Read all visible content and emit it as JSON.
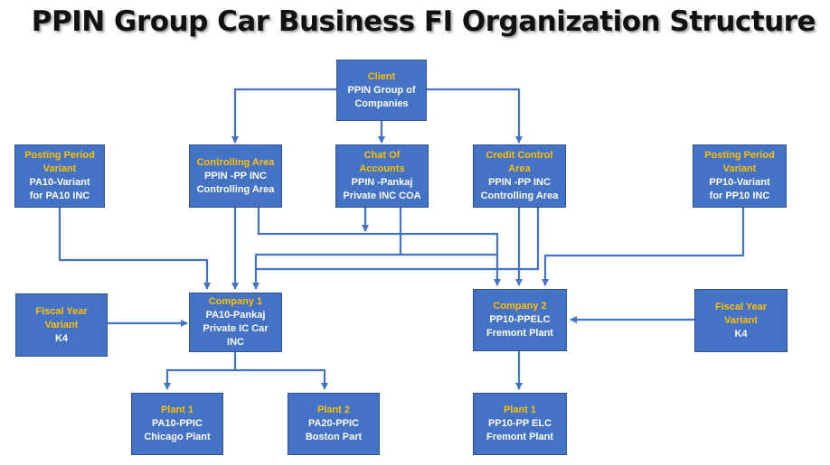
{
  "title": "PPIN Group Car Business FI Organization Structure",
  "colors": {
    "box": "#4472c4",
    "heading": "#ffc000",
    "text": "#ffffff",
    "connector": "#4472c4"
  },
  "nodes": {
    "client": {
      "heading": "Client",
      "lines": [
        "PPIN Group of",
        "Companies"
      ]
    },
    "controlling_area": {
      "heading": "Controlling Area",
      "lines": [
        "PPIN -PP INC",
        "Controlling Area"
      ]
    },
    "chart_of_accounts": {
      "heading": "Chat Of Accounts",
      "lines": [
        "PPIN -Pankaj",
        "Private INC COA"
      ]
    },
    "credit_control_area": {
      "heading": "Credit Control Area",
      "lines": [
        "PPIN -PP INC",
        "Controlling Area"
      ]
    },
    "posting_period_left": {
      "heading": "Posting Period Variant",
      "lines": [
        "PA10-Variant",
        "for PA10 INC"
      ]
    },
    "posting_period_right": {
      "heading": "Posting Period Variant",
      "lines": [
        "PP10-Variant",
        "for PP10 INC"
      ]
    },
    "fiscal_year_left": {
      "heading": "Fiscal Year Variant",
      "lines": [
        "K4"
      ]
    },
    "fiscal_year_right": {
      "heading": "Fiscal Year Variant",
      "lines": [
        "K4"
      ]
    },
    "company1": {
      "heading": "Company 1",
      "lines": [
        "PA10-Pankaj",
        "Private IC Car",
        "INC"
      ]
    },
    "company2": {
      "heading": "Company 2",
      "lines": [
        "PP10-PPELC",
        "Fremont Plant"
      ]
    },
    "plant1_left": {
      "heading": "Plant 1",
      "lines": [
        "PA10-PPIC",
        "Chicago Plant"
      ]
    },
    "plant2": {
      "heading": "Plant 2",
      "lines": [
        "PA20-PPIC",
        "Boston Part"
      ]
    },
    "plant1_right": {
      "heading": "Plant 1",
      "lines": [
        "PP10-PP ELC",
        "Fremont Plant"
      ]
    }
  }
}
